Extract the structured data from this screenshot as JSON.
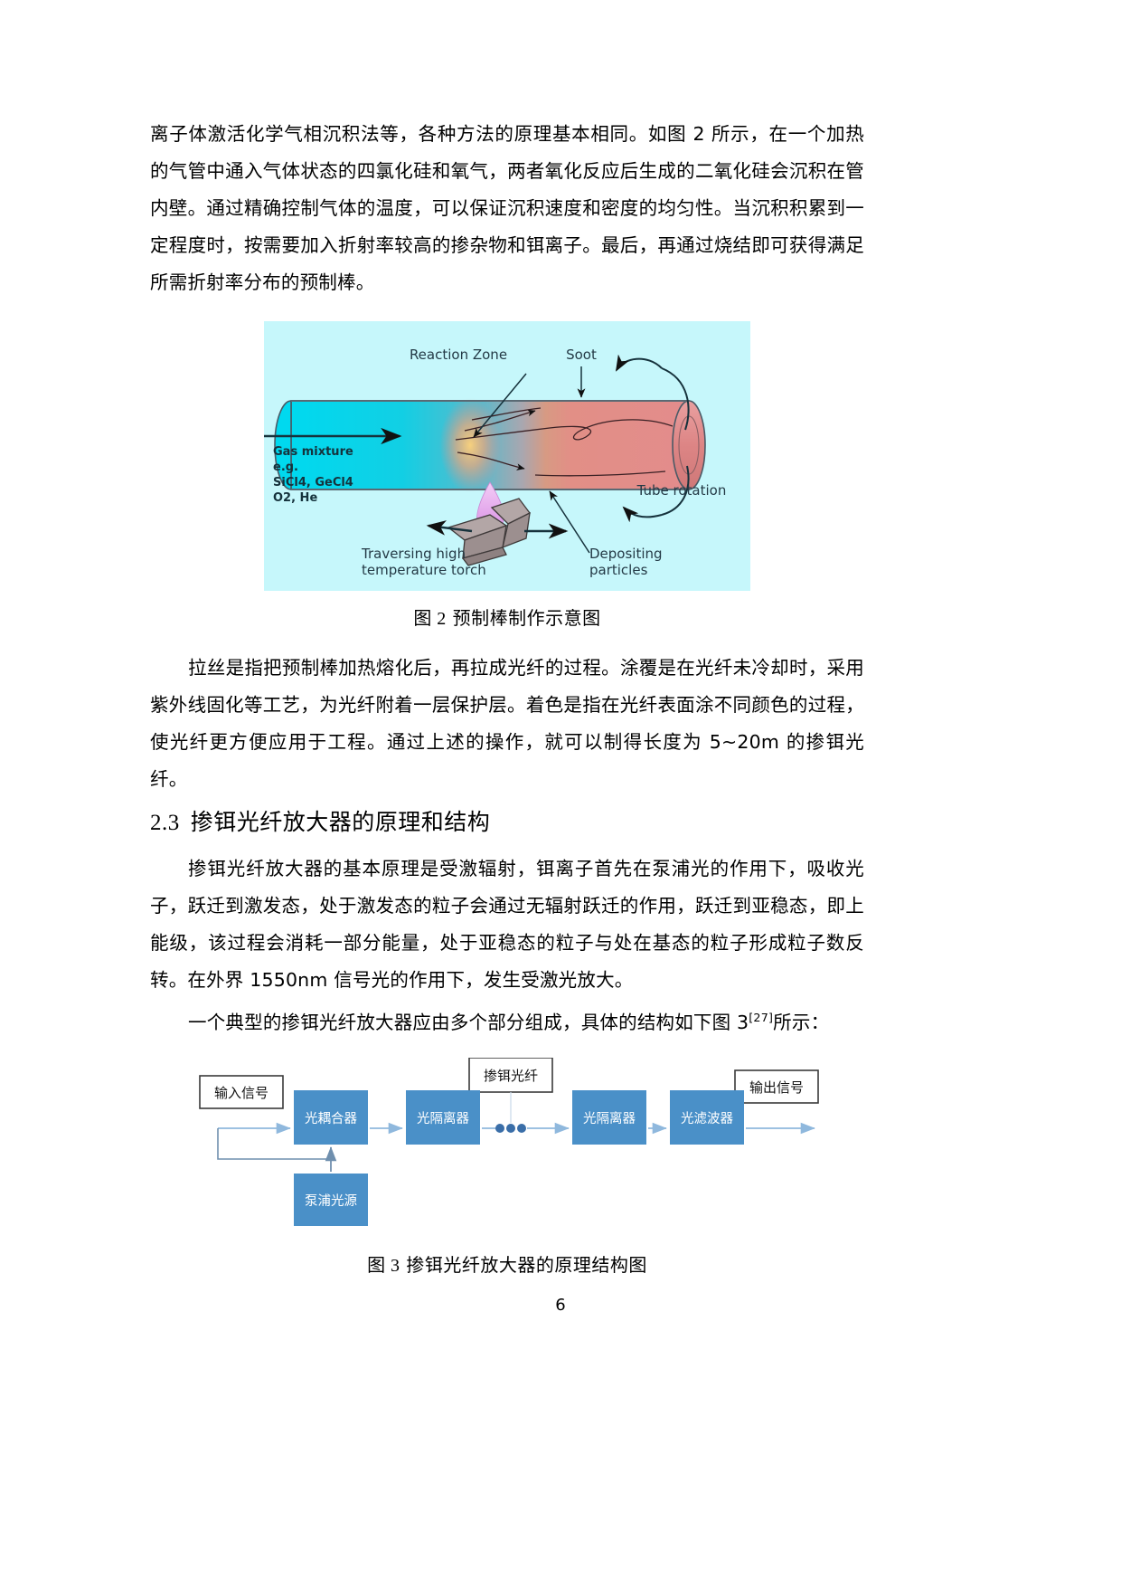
{
  "page": {
    "number": "6"
  },
  "paragraphs": {
    "p1": "离子体激活化学气相沉积法等，各种方法的原理基本相同。如图 2 所示，在一个加热的气管中通入气体状态的四氯化硅和氧气，两者氧化反应后生成的二氧化硅会沉积在管内壁。通过精确控制气体的温度，可以保证沉积速度和密度的均匀性。当沉积积累到一定程度时，按需要加入折射率较高的掺杂物和铒离子。最后，再通过烧结即可获得满足所需折射率分布的预制棒。",
    "p2": "拉丝是指把预制棒加热熔化后，再拉成光纤的过程。涂覆是在光纤未冷却时，采用紫外线固化等工艺，为光纤附着一层保护层。着色是指在光纤表面涂不同颜色的过程，使光纤更方便应用于工程。通过上述的操作，就可以制得长度为 5~20m 的掺铒光纤。",
    "p3": "掺铒光纤放大器的基本原理是受激辐射，铒离子首先在泵浦光的作用下，吸收光子，跃迁到激发态，处于激发态的粒子会通过无辐射跃迁的作用，跃迁到亚稳态，即上能级，该过程会消耗一部分能量，处于亚稳态的粒子与处在基态的粒子形成粒子数反转。在外界 1550nm 信号光的作用下，发生受激光放大。",
    "p4_before": "一个典型的掺铒光纤放大器应由多个部分组成，具体的结构如下图 3",
    "p4_sup": "[27]",
    "p4_after": "所示："
  },
  "section": {
    "number": "2.3",
    "title": "掺铒光纤放大器的原理和结构"
  },
  "figure2": {
    "caption_label": "图 2",
    "caption_text": "预制棒制作示意图",
    "background_color": "#c6f7fb",
    "labels": {
      "reaction_zone": "Reaction Zone",
      "soot": "Soot",
      "tube_rotation": "Tube rotation",
      "depositing_particles_line1": "Depositing",
      "depositing_particles_line2": "particles",
      "torch_line1": "Traversing high",
      "torch_line2": "temperature torch",
      "gas_line1": "Gas mixture",
      "gas_line2": "e.g.",
      "gas_line3": "SiCl4, GeCl4",
      "gas_line4": "O2, He"
    },
    "colors": {
      "tube_cold": "#00d9ef",
      "tube_hot": "#e38c8c",
      "flame": "#e0a0e8",
      "torch_body": "#a89a9a"
    }
  },
  "figure3": {
    "caption_label": "图 3",
    "caption_text": "掺铒光纤放大器的原理结构图",
    "box_fill": "#4a90c8",
    "box_text_color": "#ffffff",
    "blocks": [
      {
        "id": "input-signal",
        "label": "输入信号",
        "style": "outline"
      },
      {
        "id": "optical-coupler",
        "label": "光耦合器",
        "style": "filled"
      },
      {
        "id": "optical-isolator-1",
        "label": "光隔离器",
        "style": "filled"
      },
      {
        "id": "erbium-fiber",
        "label": "掺铒光纤",
        "style": "outline"
      },
      {
        "id": "optical-isolator-2",
        "label": "光隔离器",
        "style": "filled"
      },
      {
        "id": "optical-filter",
        "label": "光滤波器",
        "style": "filled"
      },
      {
        "id": "output-signal",
        "label": "输出信号",
        "style": "outline"
      },
      {
        "id": "pump-source",
        "label": "泵浦光源",
        "style": "filled"
      }
    ]
  }
}
